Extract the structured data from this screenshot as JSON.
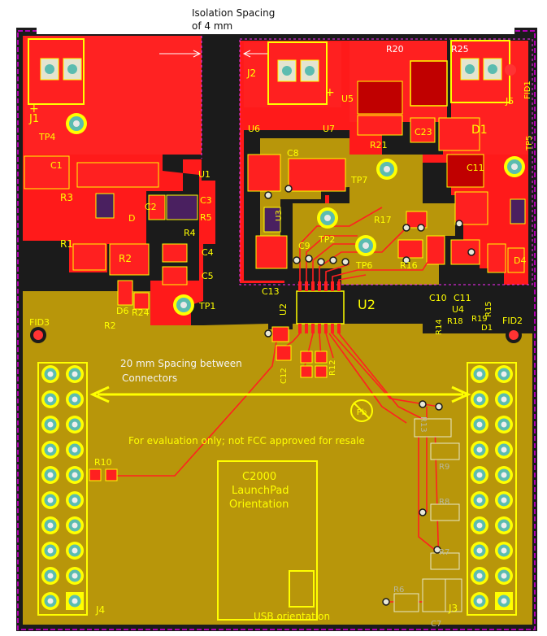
{
  "annotations": {
    "isolation_line1": "Isolation Spacing",
    "isolation_line2": "of 4 mm",
    "spacing_line1": "20 mm Spacing between",
    "spacing_line2": "Connectors",
    "evaluation": "For evaluation only; not FCC approved for resale",
    "launchpad_line1": "C2000",
    "launchpad_line2": "LaunchPad",
    "launchpad_line3": "Orientation",
    "usb": "USB orientation"
  },
  "connectors": {
    "j1": "J1",
    "j2": "J2",
    "j3": "J3",
    "j4": "J4",
    "j5": "J5"
  },
  "test_points": {
    "tp1": "TP1",
    "tp2": "TP2",
    "tp4": "TP4",
    "tp5": "TP5",
    "tp6": "TP6",
    "tp7": "TP7"
  },
  "fiducials": {
    "fid1": "FID1",
    "fid2": "FID2",
    "fid3": "FID3"
  },
  "ics": {
    "u1": "U1",
    "u2": "U2",
    "u2_big": "U2",
    "u3": "U3",
    "u4": "U4",
    "u5": "U5",
    "u6": "U6",
    "u7": "U7"
  },
  "capacitors": {
    "c1": "C1",
    "c2": "C2",
    "c3": "C3",
    "c4": "C4",
    "c5": "C5",
    "c8": "C8",
    "c9": "C9",
    "c10": "C10",
    "c11": "C11",
    "c12": "C12",
    "c13": "C13",
    "c23": "C23",
    "c11b": "C11",
    "c7": "C7"
  },
  "resistors": {
    "r1": "R1",
    "r2": "R2",
    "r2b": "R2",
    "r3": "R3",
    "r4": "R4",
    "r5": "R5",
    "r10": "R10",
    "r12": "R12",
    "r14": "R14",
    "r15": "R15",
    "r16": "R16",
    "r17": "R17",
    "r18": "R18",
    "r19": "R19",
    "r20": "R20",
    "r21": "R21",
    "r24": "R24",
    "r25": "R25",
    "r6": "R6",
    "r7": "R7",
    "r8": "R8",
    "r9": "R9",
    "r13": "R13"
  },
  "diodes": {
    "d1": "D1",
    "d4": "D4",
    "d6": "D6",
    "d1b": "D1"
  },
  "colors": {
    "copper_top": "#ff1a1a",
    "copper_bottom": "#b8960a",
    "silkscreen": "#ffff00",
    "board_edge": "#b000b0",
    "pad_ring": "#5bbcb0",
    "background": "#1a1a1a"
  }
}
